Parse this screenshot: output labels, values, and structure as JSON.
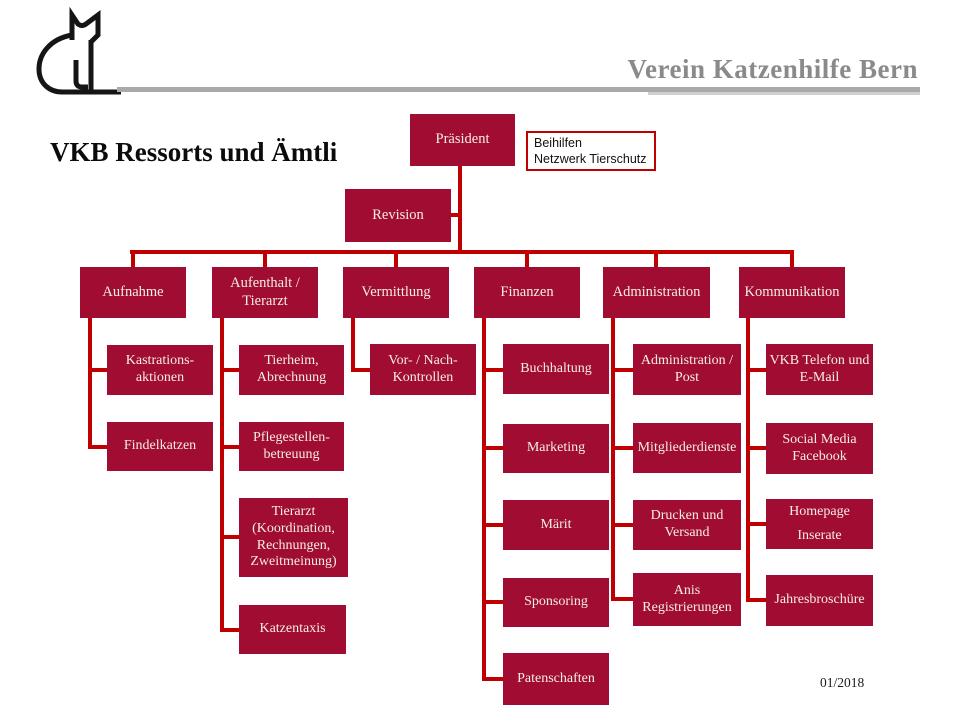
{
  "header": {
    "org_name": "Verein Katzenhilfe Bern",
    "slide_title": "VKB Ressorts und Ämtli",
    "logo_icon": "cat-outline-icon"
  },
  "footer": {
    "date": "01/2018"
  },
  "colors": {
    "node_fill": "#a10d32",
    "node_text": "#f4eee8",
    "connector_red": "#c00000",
    "note_border_red": "#c00000",
    "header_gray": "#8a8a8a",
    "rule_gray": "#a9a9a9"
  },
  "chart_data": {
    "type": "org-chart",
    "root": {
      "label": "Präsident"
    },
    "staff": {
      "label": "Revision"
    },
    "note": "Beihilfen\nNetzwerk Tierschutz",
    "branches": [
      {
        "label": "Aufnahme",
        "children": [
          "Kastrations-\naktionen",
          "Findelkatzen"
        ]
      },
      {
        "label": "Aufenthalt /\nTierarzt",
        "children": [
          "Tierheim,\nAbrechnung",
          "Pflegestellen-\nbetreuung",
          "Tierarzt\n(Koordination,\nRechnungen,\nZweitmeinung)",
          "Katzentaxis"
        ]
      },
      {
        "label": "Vermittlung",
        "children": [
          "Vor- / Nach-\nKontrollen"
        ]
      },
      {
        "label": "Finanzen",
        "children": [
          "Buchhaltung",
          "Marketing",
          "Märit",
          "Sponsoring",
          "Patenschaften"
        ]
      },
      {
        "label": "Administration",
        "children": [
          "Administration /\nPost",
          "Mitgliederdienste",
          "Drucken und\nVersand",
          "Anis\nRegistrierungen"
        ]
      },
      {
        "label": "Kommunikation",
        "children": [
          "VKB Telefon und\nE-Mail",
          "Social Media\nFacebook",
          "Homepage\nInserate",
          "Jahresbroschüre"
        ]
      }
    ]
  }
}
